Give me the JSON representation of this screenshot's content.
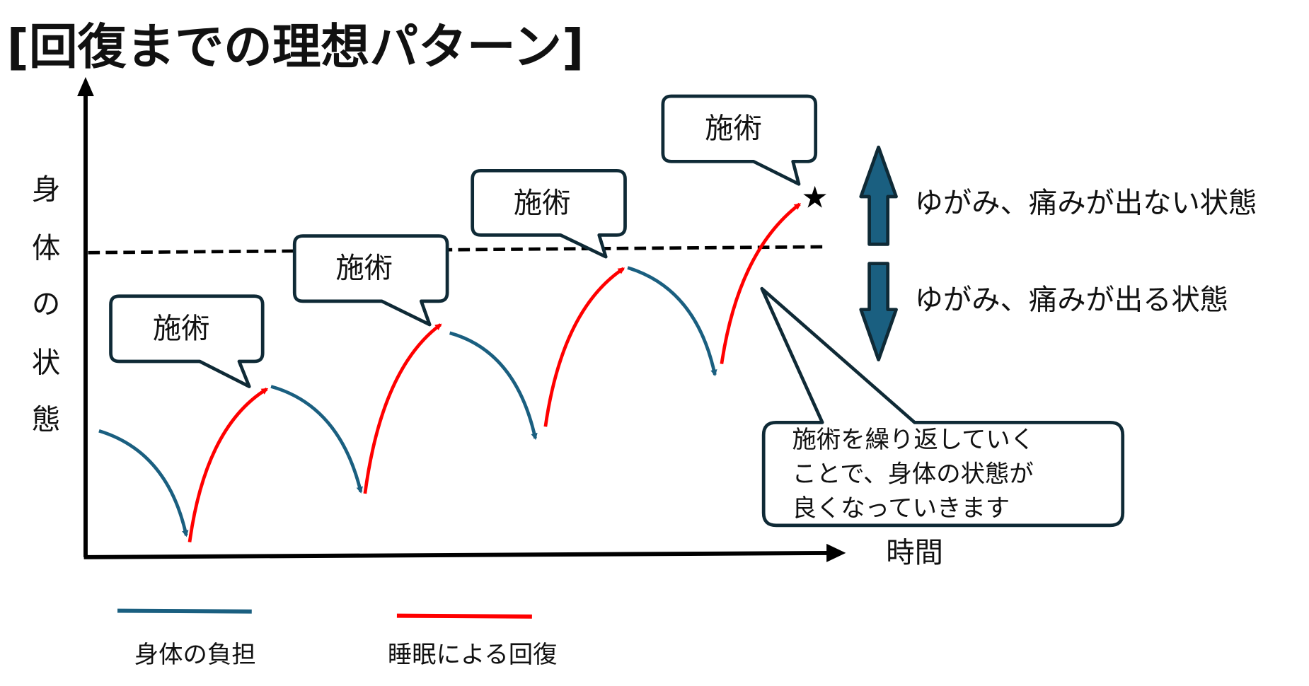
{
  "title": "[回復までの理想パターン]",
  "axes": {
    "y_label_chars": [
      "身",
      "体",
      "の",
      "状",
      "態"
    ],
    "x_label": "時間"
  },
  "callouts": [
    "施術",
    "施術",
    "施術",
    "施術"
  ],
  "states": {
    "good": "ゆがみ、痛みが出ない状態",
    "bad": "ゆがみ、痛みが出る状態"
  },
  "note_lines": [
    "施術を繰り返していく",
    "ことで、身体の状態が",
    "良くなっていきます"
  ],
  "legend": {
    "burden": "身体の負担",
    "recovery": "睡眠による回復"
  },
  "colors": {
    "burden": "#1a5f80",
    "recovery": "#ff0000",
    "arrow": "#1a5f80",
    "box_border": "#0f2a36"
  }
}
